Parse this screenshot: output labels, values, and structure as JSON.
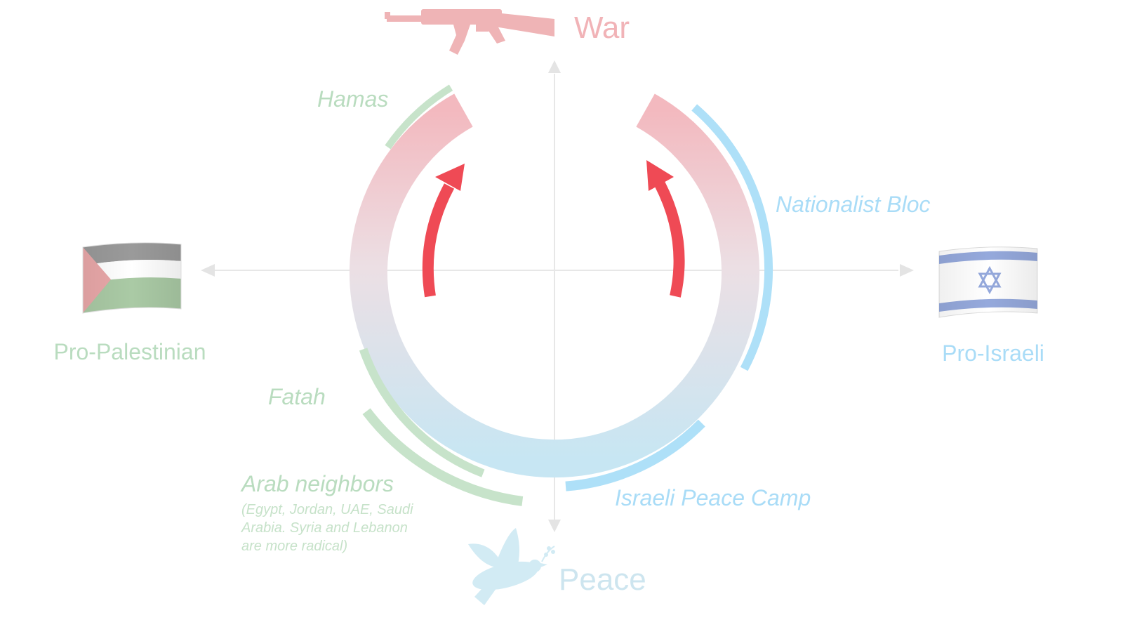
{
  "axes": {
    "top_label": "War",
    "bottom_label": "Peace",
    "left_label": "Pro-Palestinian",
    "right_label": "Pro-Israeli"
  },
  "groups": {
    "hamas": "Hamas",
    "fatah": "Fatah",
    "arab_neighbors": "Arab neighbors",
    "arab_neighbors_note_line1": "(Egypt, Jordan, UAE, Saudi",
    "arab_neighbors_note_line2": "Arabia. Syria and Lebanon",
    "arab_neighbors_note_line3": "are more radical)",
    "nationalist_bloc": "Nationalist Bloc",
    "israeli_peace_camp": "Israeli Peace Camp"
  },
  "icons": {
    "top": "rifle-icon",
    "bottom": "dove-icon",
    "left": "palestine-flag-icon",
    "right": "israel-flag-icon"
  },
  "colors": {
    "war": "#e9a3a8",
    "peace": "#b9dff0",
    "palestinian": "#b9dcbf",
    "israeli": "#a9dcf7",
    "arrow": "#ef4a55",
    "axis": "#e6e6e6",
    "flag_blue": "#95a9dc",
    "flag_green": "#a9c8a4",
    "flag_red": "#eaa7a9",
    "flag_black": "#9a9a9a"
  }
}
